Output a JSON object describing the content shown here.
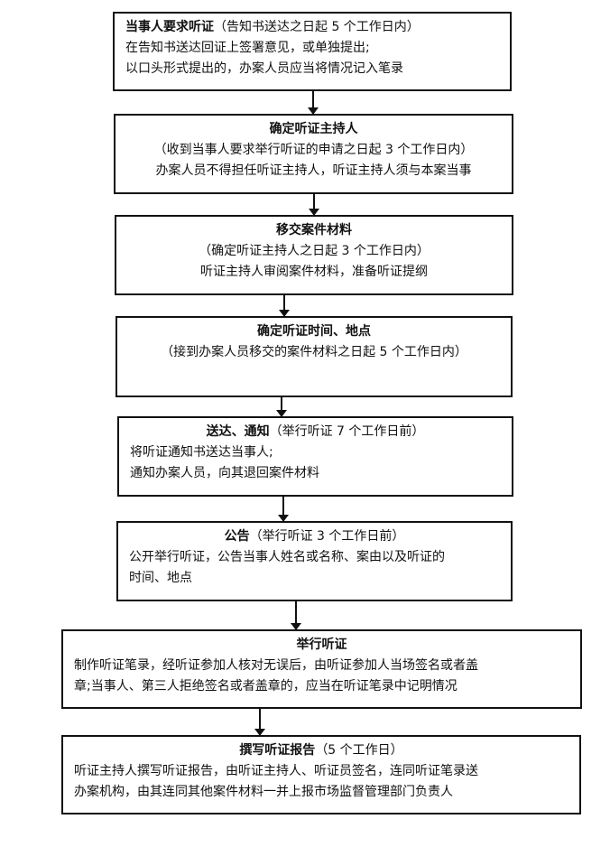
{
  "steps": [
    {
      "title": "当事人要求听证",
      "note": "（告知书送达之日起 5 个工作日内）",
      "lines": [
        "在告知书送达回证上签署意见，或单独提出;",
        "以口头形式提出的，办案人员应当将情况记入笔录"
      ]
    },
    {
      "title": "确定听证主持人",
      "note": "（收到当事人要求举行听证的申请之日起 3  个工作日内）",
      "lines": [
        "办案人员不得担任听证主持人，听证主持人须与本案当事"
      ]
    },
    {
      "title": "移交案件材料",
      "note": "（确定听证主持人之日起  3  个工作日内）",
      "lines": [
        "听证主持人审阅案件材料，准备听证提纲"
      ]
    },
    {
      "title": "确定听证时间、地点",
      "note": "（接到办案人员移交的案件材料之日起 5 个工作日内）",
      "lines": []
    },
    {
      "title": "送达、通知",
      "note": "（举行听证  7 个工作日前）",
      "lines": [
        "将听证通知书送达当事人;",
        "通知办案人员，向其退回案件材料"
      ]
    },
    {
      "title": "公告",
      "note": "（举行听证  3  个工作日前）",
      "lines": [
        "公开举行听证，公告当事人姓名或名称、案由以及听证的",
        "时间、地点"
      ]
    },
    {
      "title": "举行听证",
      "note": "",
      "lines": [
        "制作听证笔录，经听证参加人核对无误后，由听证参加人当场签名或者盖",
        "章;当事人、第三人拒绝签名或者盖章的，应当在听证笔录中记明情况"
      ]
    },
    {
      "title": "撰写听证报告",
      "note": "（5  个工作日）",
      "lines": [
        "听证主持人撰写听证报告，由听证主持人、听证员签名，连同听证笔录送",
        "办案机构，由其连同其他案件材料一并上报市场监督管理部门负责人"
      ]
    }
  ]
}
